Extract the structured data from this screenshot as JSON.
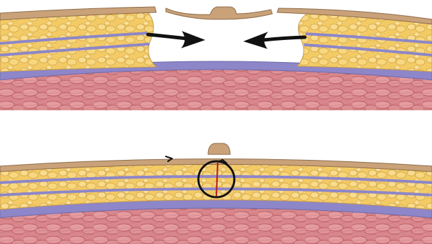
{
  "figure": {
    "panels": [
      {
        "id": "top",
        "state": "separated-layers-with-inward-arrows"
      },
      {
        "id": "bottom",
        "state": "approximated-layers-with-closure-suture"
      }
    ],
    "colors": {
      "skin": "#c9a27a",
      "skin_edge": "#8d6b49",
      "fat": "#f3cb66",
      "fat_light": "#f8dc8f",
      "fascia": "#8d86c9",
      "fascia_edge": "#6f69a8",
      "muscle": "#d9878c",
      "muscle_dark": "#b65a61",
      "arrow": "#111111",
      "suture": "#111111",
      "suture_tail": "#b51f1f"
    },
    "icons": {
      "arrow_left_to_center": "arrow-right-icon",
      "arrow_right_to_center": "arrow-left-icon",
      "suture_marker": "circle-suture-icon"
    }
  }
}
